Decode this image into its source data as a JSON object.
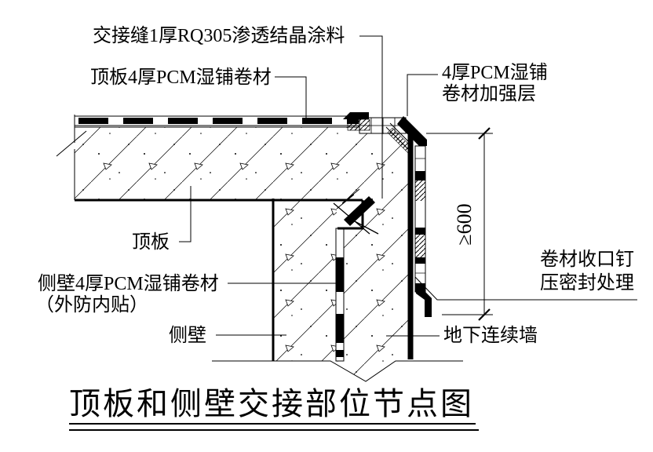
{
  "drawing": {
    "title": "顶板和侧壁交接部位节点图",
    "dimension_label": "≥600",
    "labels": {
      "seam_coating": "交接缝1厚RQ305渗透结晶涂料",
      "roof_membrane": "顶板4厚PCM湿铺卷材",
      "reinforce_line1": "4厚PCM湿铺",
      "reinforce_line2": "卷材加强层",
      "roof_slab": "顶板",
      "wall_membrane_line1": "侧壁4厚PCM湿铺卷材",
      "wall_membrane_line2": "（外防内贴）",
      "side_wall": "侧壁",
      "diaphragm_wall": "地下连续墙",
      "termination_line1": "卷材收口钉",
      "termination_line2": "压密封处理"
    },
    "colors": {
      "line": "#000000",
      "background": "#ffffff"
    }
  }
}
